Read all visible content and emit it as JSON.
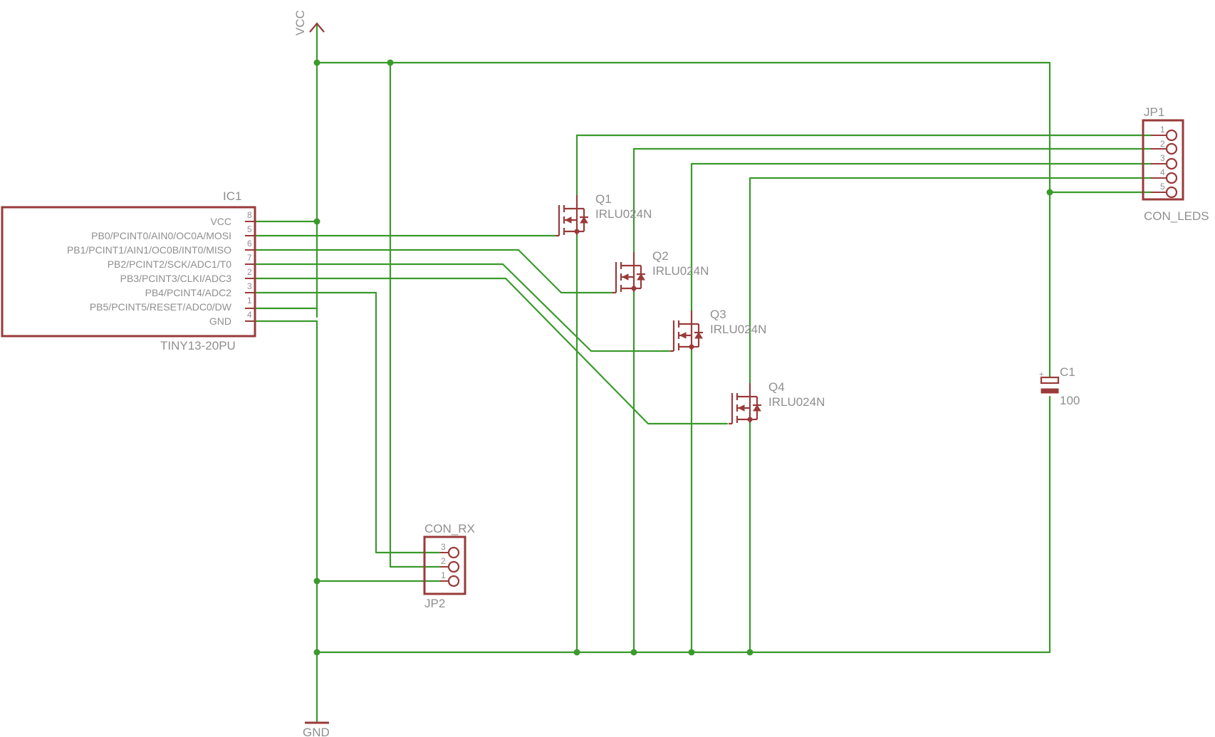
{
  "supply": {
    "vcc": "VCC",
    "gnd": "GND"
  },
  "ic1": {
    "name": "IC1",
    "value": "TINY13-20PU",
    "pins": [
      {
        "label": "VCC",
        "num": "8"
      },
      {
        "label": "PB0/PCINT0/AIN0/OC0A/MOSI",
        "num": "5"
      },
      {
        "label": "PB1/PCINT1/AIN1/OC0B/INT0/MISO",
        "num": "6"
      },
      {
        "label": "PB2/PCINT2/SCK/ADC1/T0",
        "num": "7"
      },
      {
        "label": "PB3/PCINT3/CLKI/ADC3",
        "num": "2"
      },
      {
        "label": "PB4/PCINT4/ADC2",
        "num": "3"
      },
      {
        "label": "PB5/PCINT5/RESET/ADC0/DW",
        "num": "1"
      },
      {
        "label": "GND",
        "num": "4"
      }
    ]
  },
  "transistors": [
    {
      "name": "Q1",
      "value": "IRLU024N"
    },
    {
      "name": "Q2",
      "value": "IRLU024N"
    },
    {
      "name": "Q3",
      "value": "IRLU024N"
    },
    {
      "name": "Q4",
      "value": "IRLU024N"
    }
  ],
  "jp1": {
    "name": "JP1",
    "value": "CON_LEDS",
    "pins": [
      "1",
      "2",
      "3",
      "4",
      "5"
    ]
  },
  "jp2": {
    "name": "JP2",
    "value": "CON_RX",
    "pins": [
      "3",
      "2",
      "1"
    ]
  },
  "c1": {
    "name": "C1",
    "value": "100",
    "polarity": "+"
  },
  "colors": {
    "wire": "#3a9a2c",
    "symbol": "#9a3a3a",
    "text": "#8f8f8f",
    "background": "#ffffff"
  }
}
